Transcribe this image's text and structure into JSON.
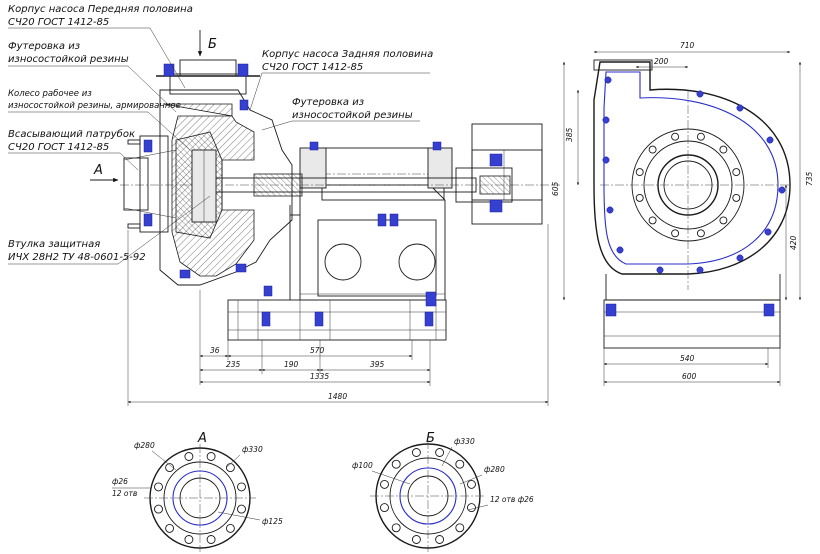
{
  "labels": {
    "front_housing_line1": "Корпус насоса Передняя половина",
    "front_housing_line2": "СЧ20 ГОСТ 1412-85",
    "lining_left_line1": "Футеровка из",
    "lining_left_line2": "износостойкой резины",
    "impeller_line1": "Колесо рабочее из",
    "impeller_line2": "износостойкой резины, армированное",
    "suction_line1": "Всасывающий патрубок",
    "suction_line2": "СЧ20 ГОСТ 1412-85",
    "sleeve_line1": "Втулка защитная",
    "sleeve_line2": "ИЧХ 28Н2 ТУ 48-0601-5-92",
    "rear_housing_line1": "Корпус насоса Задняя половина",
    "rear_housing_line2": "СЧ20 ГОСТ 1412-85",
    "lining_right_line1": "Футеровка из",
    "lining_right_line2": "износостойкой резины"
  },
  "views": {
    "arrow_a": "А",
    "arrow_b": "Б",
    "view_a_title": "А",
    "view_b_title": "Б"
  },
  "dimensions": {
    "d36": "36",
    "d570": "570",
    "d235": "235",
    "d190": "190",
    "d395": "395",
    "d1335": "1335",
    "d1480": "1480",
    "d710": "710",
    "d200": "200",
    "d385": "385",
    "d605": "605",
    "d735": "735",
    "d420": "420",
    "d540": "540",
    "d600": "600",
    "a_phi280": "ф280",
    "a_phi330": "ф330",
    "a_phi26": "ф26",
    "a_12otv": "12 отв",
    "a_phi125": "ф125",
    "b_phi330": "ф330",
    "b_phi100": "ф100",
    "b_phi280": "ф280",
    "b_12otv": "12 отв ф26"
  }
}
